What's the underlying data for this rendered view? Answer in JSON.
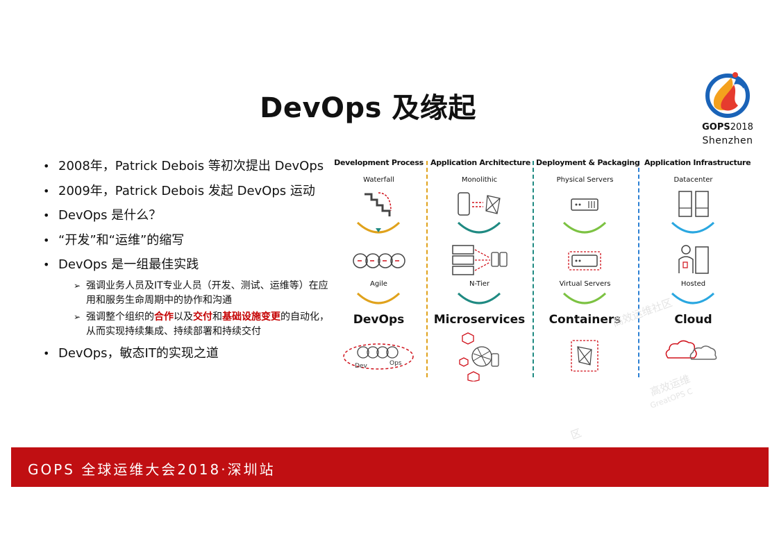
{
  "title": "DevOps 及缘起",
  "logo": {
    "year_prefix": "GOPS",
    "year": "2018",
    "city": "Shenzhen"
  },
  "bullets": [
    "2008年，Patrick Debois 等初次提出 DevOps",
    "2009年，Patrick Debois 发起 DevOps 运动",
    "DevOps 是什么？",
    "“开发”和“运维”的缩写",
    "DevOps 是一组最佳实践",
    "DevOps，敏态IT的实现之道"
  ],
  "sub1": "强调业务人员及IT专业人员（开发、测试、运维等）在应用和服务生命周期中的协作和沟通",
  "sub2": {
    "p1": "强调整个组织的",
    "h1": "合作",
    "p2": "以及",
    "h2": "交付",
    "p3": "和",
    "h3": "基础设施变更",
    "p4": "的自动化，从而实现持续集成、持续部署和持续交付"
  },
  "figure": {
    "columns": [
      {
        "header": "Development Process",
        "top": "Waterfall",
        "mid": "Agile",
        "big": "DevOps",
        "dev": "Dev",
        "ops": "Ops"
      },
      {
        "header": "Application Architecture",
        "top": "Monolithic",
        "mid": "N-Tier",
        "big": "Microservices"
      },
      {
        "header": "Deployment & Packaging",
        "top": "Physical Servers",
        "mid": "Virtual Servers",
        "big": "Containers"
      },
      {
        "header": "Application Infrastructure",
        "top": "Datacenter",
        "mid": "Hosted",
        "big": "Cloud"
      }
    ],
    "colors": {
      "gold": "#e0a21c",
      "teal": "#1f8a82",
      "green": "#7cc242",
      "blue": "#2aa7e0",
      "red": "#d0101a"
    }
  },
  "footer": "GOPS 全球运维大会2018·深圳站",
  "watermarks": [
    "高效运维社区",
    "高效运维",
    "GreatOPS C",
    "区"
  ]
}
